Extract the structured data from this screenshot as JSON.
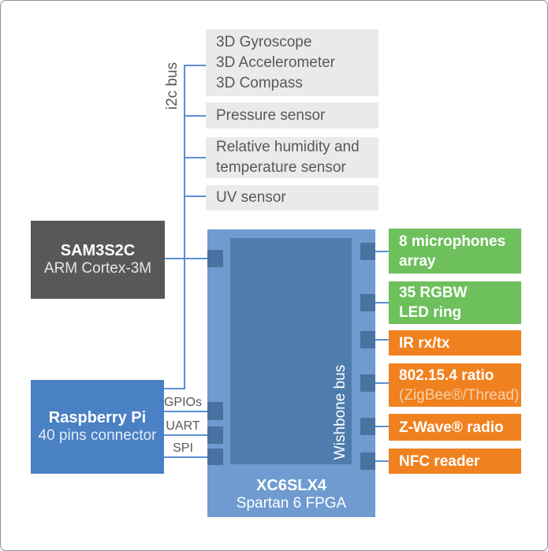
{
  "diagram": {
    "i2c_bus_label": "i2c bus",
    "wishbone_bus_label": "Wishbone bus",
    "sam": {
      "title": "SAM3S2C",
      "subtitle": "ARM Cortex-3M"
    },
    "rpi": {
      "title": "Raspberry Pi",
      "subtitle": "40 pins connector"
    },
    "fpga": {
      "title": "XC6SLX4",
      "subtitle": "Spartan 6 FPGA"
    },
    "rpi_buses": [
      {
        "label": "GPIOs"
      },
      {
        "label": "UART"
      },
      {
        "label": "SPI"
      }
    ],
    "i2c_sensors": [
      {
        "lines": [
          "3D Gyroscope",
          "3D Accelerometer",
          "3D Compass"
        ]
      },
      {
        "lines": [
          "Pressure sensor"
        ]
      },
      {
        "lines": [
          "Relative humidity and",
          "temperature sensor"
        ]
      },
      {
        "lines": [
          "UV sensor"
        ]
      }
    ],
    "peripherals": [
      {
        "type": "green",
        "lines": [
          "8 microphones",
          "array"
        ]
      },
      {
        "type": "green",
        "lines": [
          "35 RGBW",
          "LED ring"
        ]
      },
      {
        "type": "orange",
        "lines": [
          "IR rx/tx"
        ]
      },
      {
        "type": "orange",
        "lines": [
          "802.15.4 ratio",
          "(ZigBee®/Thread)"
        ]
      },
      {
        "type": "orange",
        "lines": [
          "Z-Wave® radio"
        ]
      },
      {
        "type": "orange",
        "lines": [
          "NFC reader"
        ]
      }
    ],
    "colors": {
      "sensor_gray": "#e9eaeb",
      "text_gray": "#58585b",
      "sam_gray": "#58585a",
      "rpi_blue": "#4a80c4",
      "fpga_outer_blue": "#6f9bd0",
      "fpga_inner_blue": "#4e7dad",
      "connector_blue": "#4a72a0",
      "wire_blue": "#5b8fd4",
      "green": "#6ec05c",
      "orange": "#f0811f"
    }
  }
}
